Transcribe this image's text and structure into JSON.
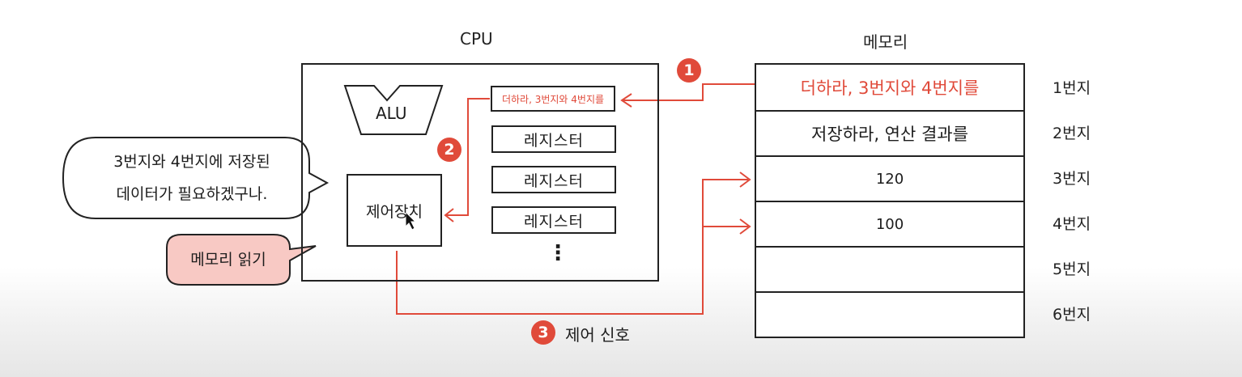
{
  "cpu": {
    "title": "CPU",
    "alu_label": "ALU",
    "control_unit_label": "제어장치",
    "registers": [
      "더하라, 3번지와 4번지를",
      "레지스터",
      "레지스터",
      "레지스터"
    ],
    "ellipsis": "⋮"
  },
  "memory": {
    "title": "메모리",
    "cells": [
      "더하라, 3번지와 4번지를",
      "저장하라, 연산 결과를",
      "120",
      "100",
      "",
      ""
    ],
    "addresses": [
      "1번지",
      "2번지",
      "3번지",
      "4번지",
      "5번지",
      "6번지"
    ]
  },
  "steps": {
    "step1": "1",
    "step2": "2",
    "step3": "3",
    "step3_label": "제어 신호"
  },
  "speech": {
    "line1": "3번지와 4번지에 저장된",
    "line2": "데이터가 필요하겠구나.",
    "action": "메모리 읽기"
  },
  "colors": {
    "accent": "#e04a3a",
    "bubble_fill": "#f8c9c4",
    "line": "#222222"
  }
}
